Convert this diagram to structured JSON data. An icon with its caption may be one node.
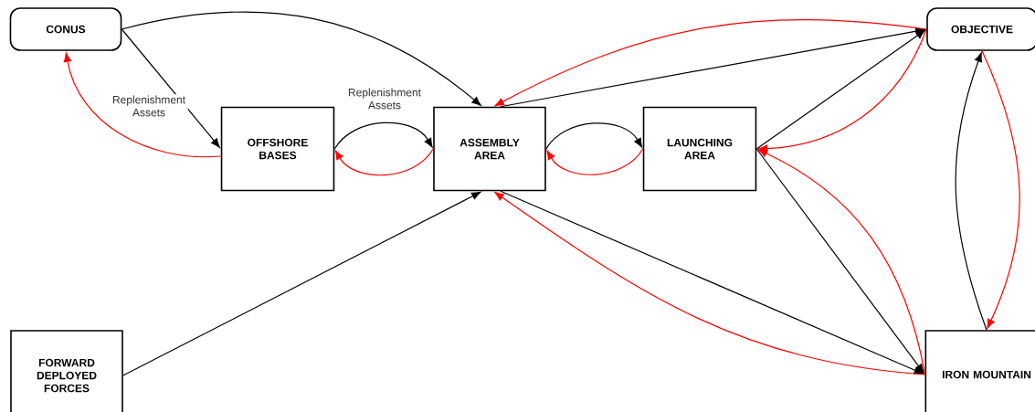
{
  "diagram": {
    "nodes": [
      {
        "text": [
          "CONUS"
        ]
      },
      {
        "text": [
          "OBJECTIVE"
        ]
      },
      {
        "text": [
          "OFFSHORE BASES"
        ]
      },
      {
        "text": [
          "ASSEMBLY AREA"
        ]
      },
      {
        "text": [
          "LAUNCHING AREA"
        ]
      },
      {
        "text": [
          "FORWARD DEPLOYED FORCES"
        ]
      },
      {
        "text": [
          "IRON MOUNTAIN"
        ]
      }
    ],
    "edges": [
      {
        "from": 0,
        "to": 2,
        "arrow": "to",
        "label": "Replenishment Assets"
      },
      {
        "from": 2,
        "to": 0,
        "arrow": "to",
        "color": "#ff0000"
      },
      {
        "from": 0,
        "to": 3,
        "arrow": "to"
      },
      {
        "from": 2,
        "to": 3,
        "arrow": "to",
        "label": "Replenishment Assets"
      },
      {
        "from": 3,
        "to": 2,
        "arrow": "to",
        "color": "#ff0000"
      },
      {
        "from": 3,
        "to": 4,
        "arrow": "to"
      },
      {
        "from": 4,
        "to": 3,
        "arrow": "to",
        "color": "#ff0000"
      },
      {
        "from": 3,
        "to": 1,
        "arrow": "to"
      },
      {
        "from": 1,
        "to": 3,
        "arrow": "to",
        "color": "#ff0000"
      },
      {
        "from": 4,
        "to": 1,
        "arrow": "to"
      },
      {
        "from": 1,
        "to": 4,
        "arrow": "to",
        "color": "#ff0000"
      },
      {
        "from": 4,
        "to": 6,
        "arrow": "to"
      },
      {
        "from": 6,
        "to": 4,
        "arrow": "to",
        "color": "#ff0000"
      },
      {
        "from": 3,
        "to": 6,
        "arrow": "to"
      },
      {
        "from": 6,
        "to": 3,
        "arrow": "to",
        "color": "#ff0000"
      },
      {
        "from": 5,
        "to": 3,
        "arrow": "to"
      },
      {
        "from": 6,
        "to": 1,
        "arrow": "to"
      },
      {
        "from": 1,
        "to": 6,
        "arrow": "to",
        "color": "#ff0000"
      }
    ]
  }
}
